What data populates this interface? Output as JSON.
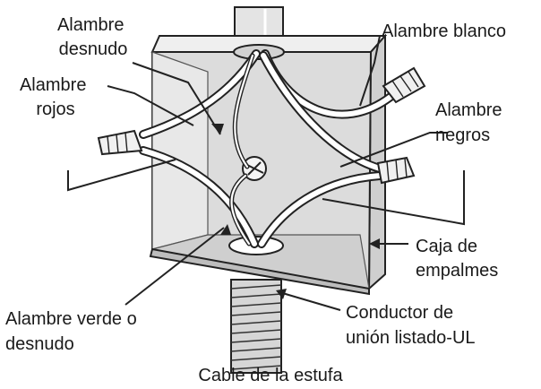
{
  "diagram": {
    "labels": {
      "bare_wire": [
        "Alambre",
        "desnudo"
      ],
      "red_wires": [
        "Alambre",
        "rojos"
      ],
      "white_wire": [
        "Alambre blanco"
      ],
      "black_wires": [
        "Alambre",
        "negros"
      ],
      "junction_box": [
        "Caja de",
        "empalmes"
      ],
      "bonding_conductor": [
        "Conductor de",
        "unión listado-UL"
      ],
      "green_wire": [
        "Alambre verde o",
        "desnudo"
      ]
    },
    "caption": "Cable de la estufa"
  }
}
